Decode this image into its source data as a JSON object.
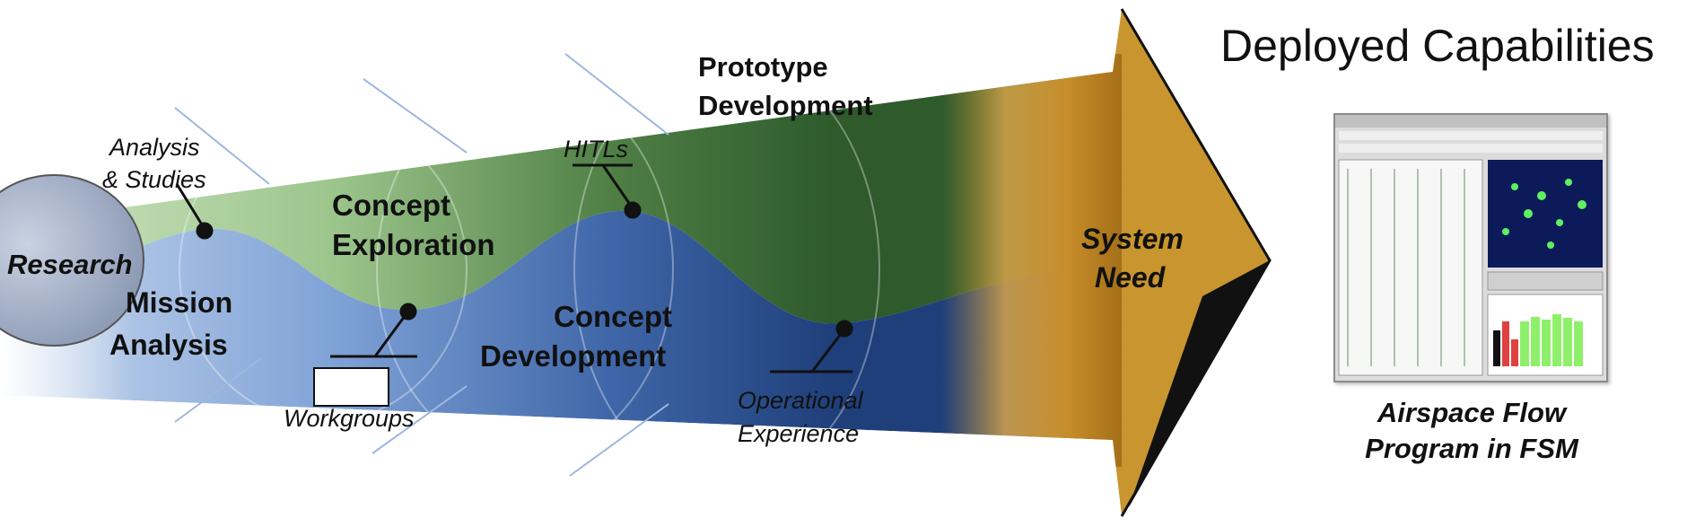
{
  "deployed": {
    "title": "Deployed Capabilities",
    "caption_line1": "Airspace Flow",
    "caption_line2": "Program in FSM"
  },
  "phases": {
    "research": "Research",
    "mission_l1": "Mission",
    "mission_l2": "Analysis",
    "exploration_l1": "Concept",
    "exploration_l2": "Exploration",
    "development_l1": "Concept",
    "development_l2": "Development",
    "prototype_l1": "Prototype",
    "prototype_l2": "Development",
    "system_need_l1": "System",
    "system_need_l2": "Need"
  },
  "activities": {
    "analysis_l1": "Analysis",
    "analysis_l2": "& Studies",
    "hitls": "HITLs",
    "workgroups": "Workgroups",
    "operational_l1": "Operational",
    "operational_l2": "Experience"
  },
  "colors": {
    "green_band": "#3f6f3a",
    "blue_band": "#2f5a9a",
    "gold_arrow_head": "#c8952f",
    "research_oval": "#9aa8c0"
  }
}
